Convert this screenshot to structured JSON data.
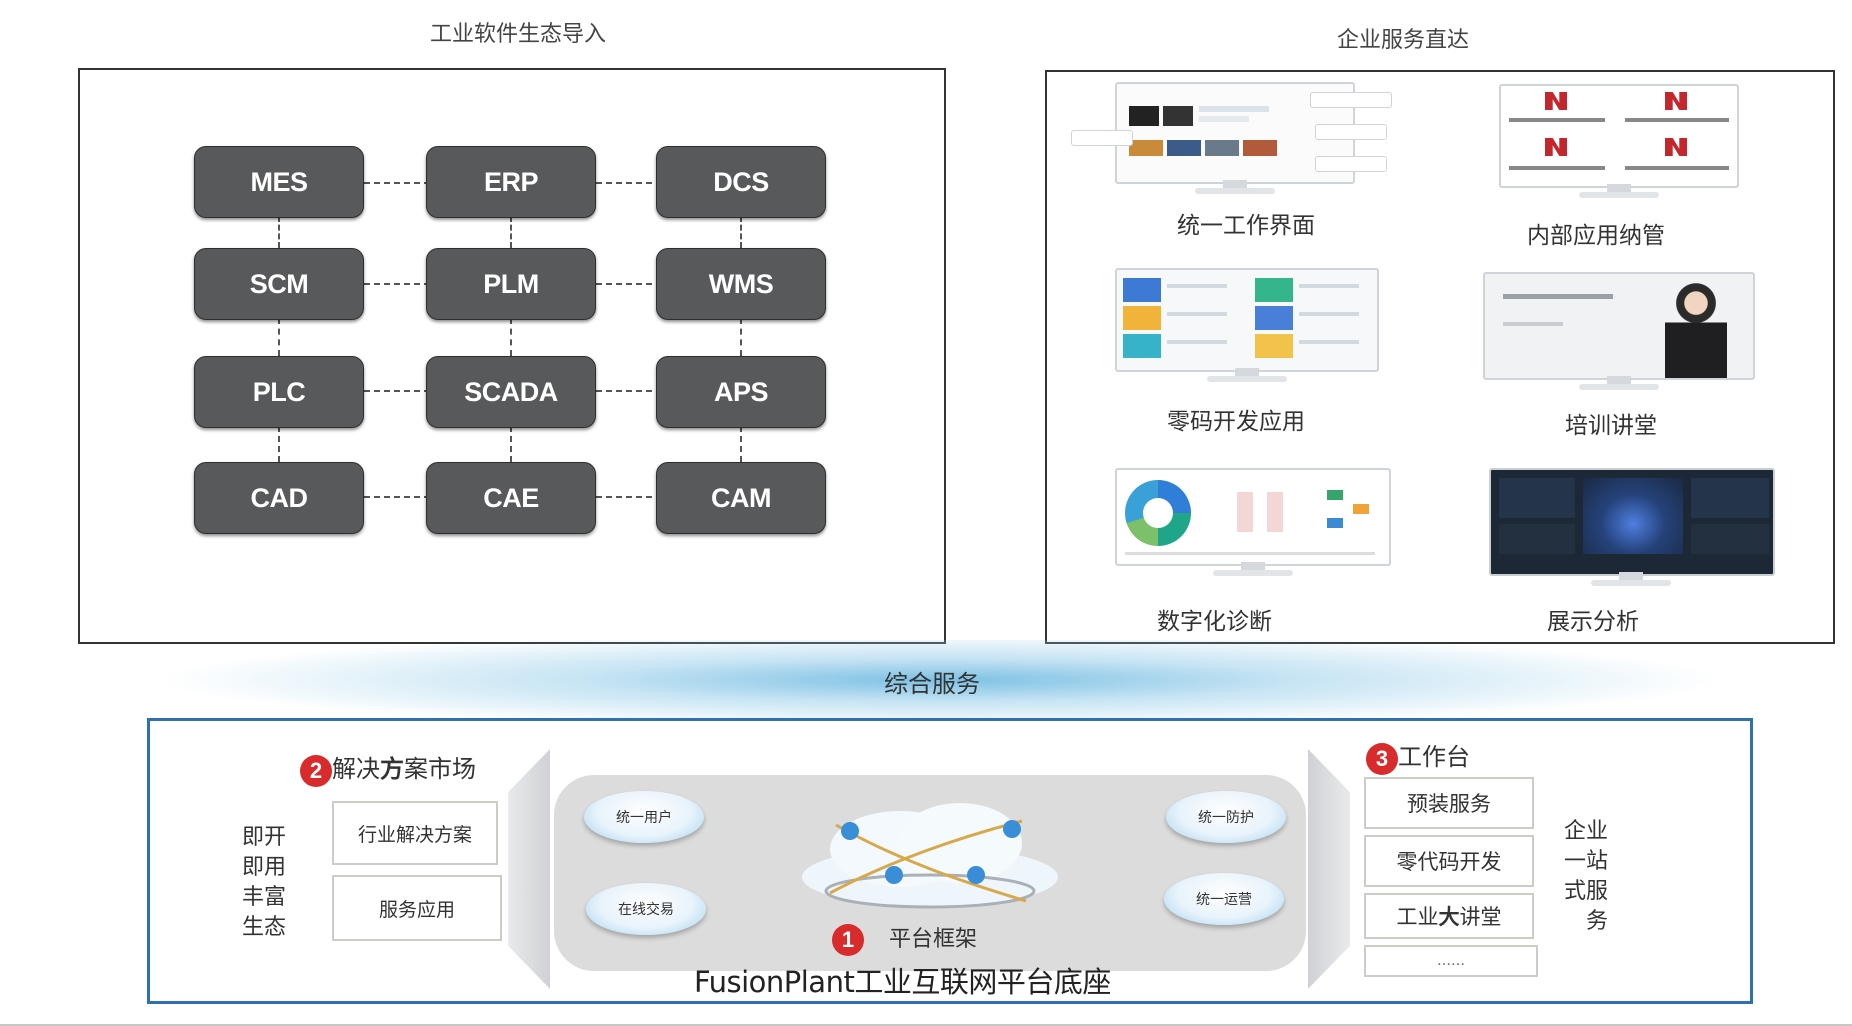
{
  "left_section": {
    "title": "工业软件生态导入",
    "systems": [
      "MES",
      "ERP",
      "DCS",
      "SCM",
      "PLM",
      "WMS",
      "PLC",
      "SCADA",
      "APS",
      "CAD",
      "CAE",
      "CAM"
    ]
  },
  "right_section": {
    "title": "企业服务直达",
    "items": [
      {
        "caption": "统一工作界面"
      },
      {
        "caption": "内部应用纳管"
      },
      {
        "caption": "零码开发应用"
      },
      {
        "caption": "培训讲堂"
      },
      {
        "caption": "数字化诊断"
      },
      {
        "caption": "展示分析"
      }
    ]
  },
  "middle_banner": "综合服务",
  "base": {
    "title": "FusionPlant工业互联网平台底座",
    "market": {
      "badge": "2",
      "title_pre": "解决",
      "title_bold": "方",
      "title_post": "案市场",
      "side_text": [
        "即开",
        "即用",
        "丰富",
        "生态"
      ],
      "boxes": [
        "行业解决方案",
        "服务应用"
      ]
    },
    "platform": {
      "badge": "1",
      "label": "平台框架",
      "ovals": [
        "统一用户",
        "在线交易",
        "统一防护",
        "统一运营"
      ]
    },
    "workbench": {
      "badge": "3",
      "title": "工作台",
      "items": [
        "预装服务",
        "零代码开发"
      ],
      "item3_pre": "工业",
      "item3_bold": "大",
      "item3_post": "讲堂",
      "item4": "……",
      "side_text": [
        "企业",
        "一站",
        "式服",
        "务"
      ]
    }
  },
  "colors": {
    "system_box": "#58595b",
    "base_border": "#2f6fb4",
    "badge": "#d92b2b",
    "glow": "#7fc4e6"
  }
}
